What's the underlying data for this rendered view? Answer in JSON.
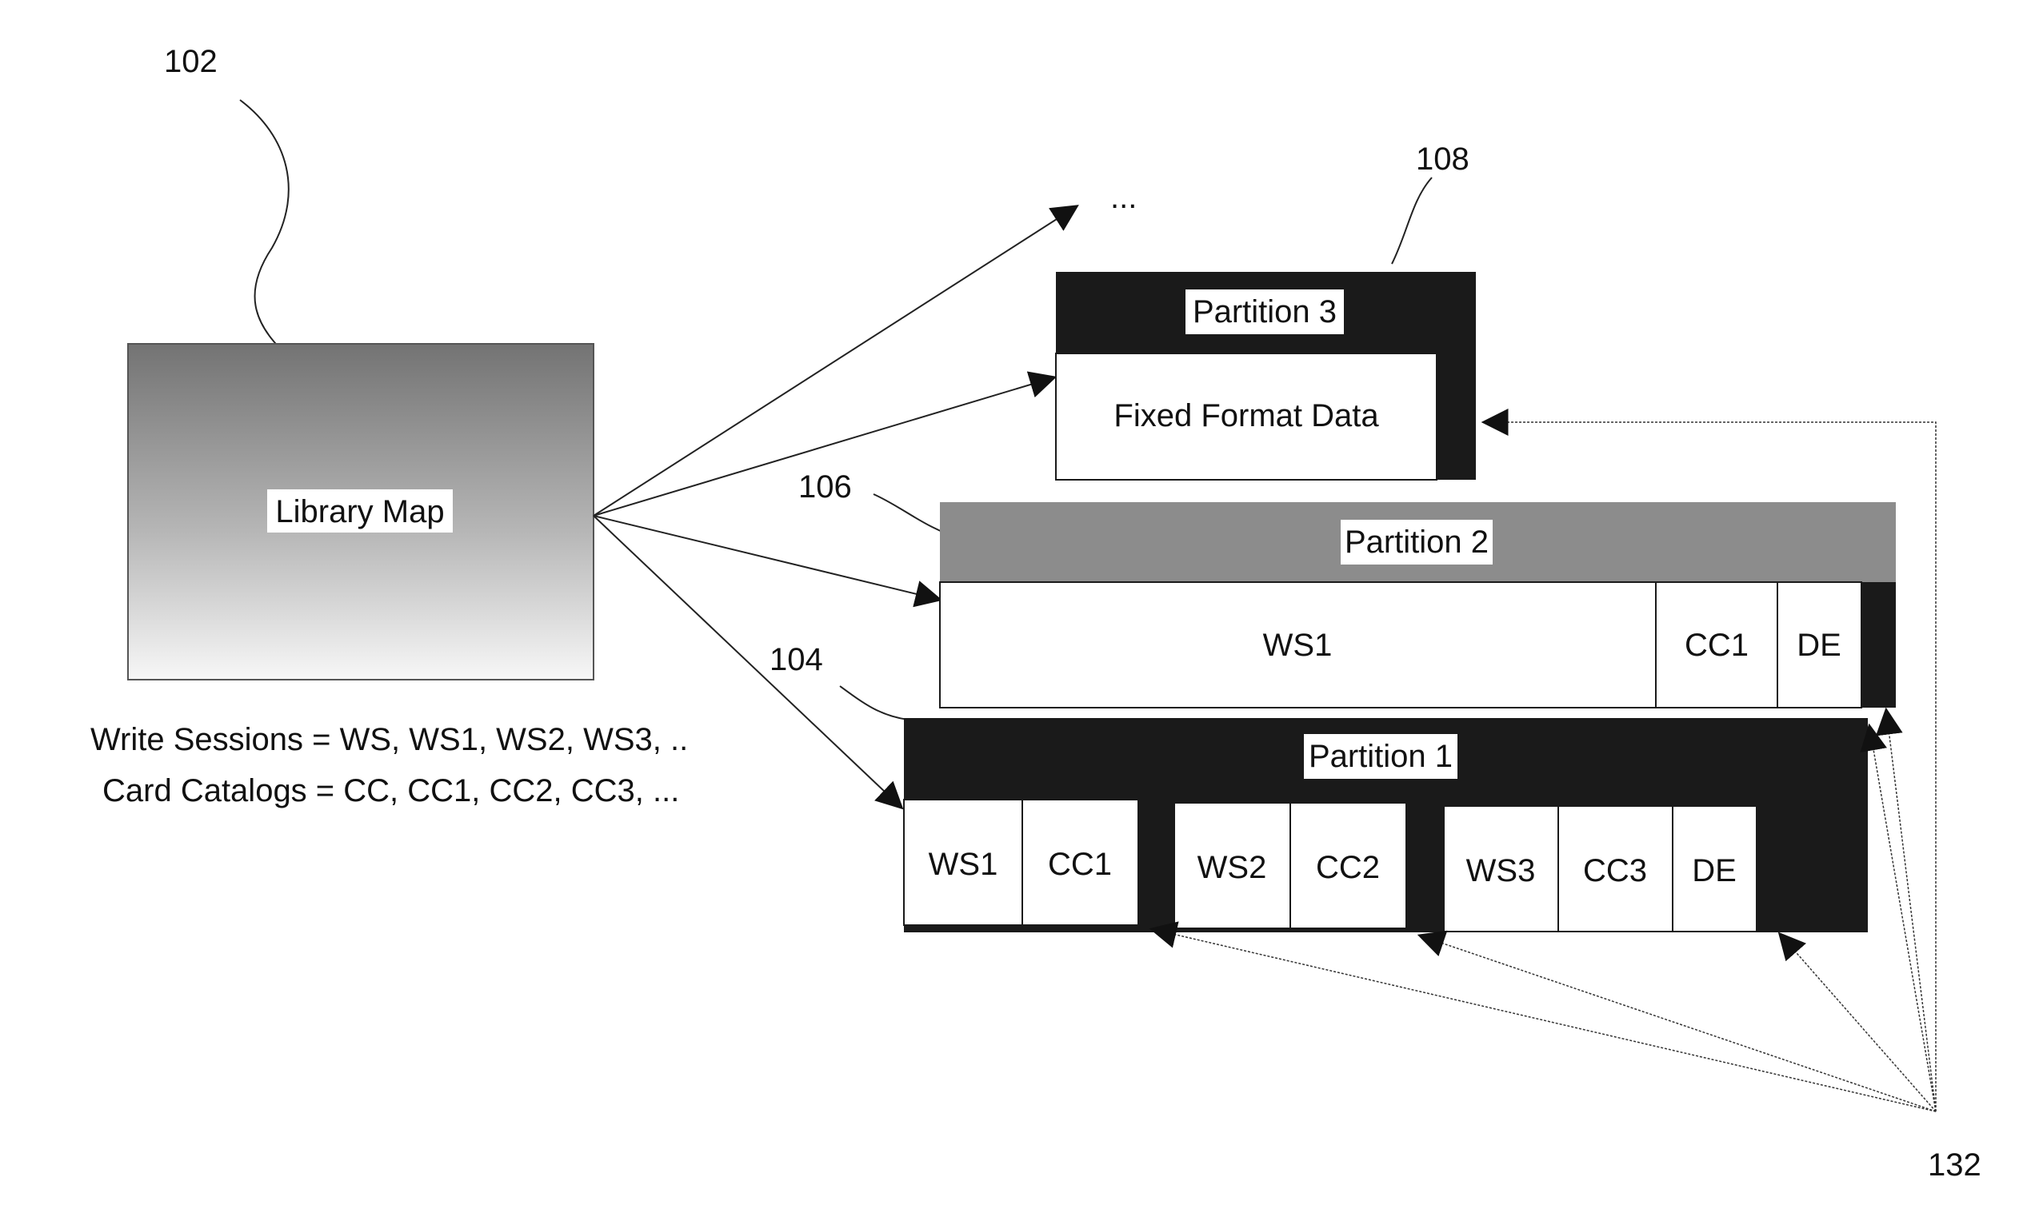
{
  "figure": {
    "library_map": {
      "ref": "102",
      "label": "Library Map",
      "legend_line1": "Write Sessions = WS, WS1, WS2, WS3, ..",
      "legend_line2": "Card Catalogs = CC, CC1, CC2, CC3, ..."
    },
    "ellipsis": "...",
    "partition3": {
      "ref": "108",
      "title": "Partition 3",
      "body": "Fixed Format Data"
    },
    "partition2": {
      "ref": "106",
      "title": "Partition 2",
      "cells": [
        "WS1",
        "CC1",
        "DE"
      ]
    },
    "partition1": {
      "ref": "104",
      "title": "Partition 1",
      "cells": [
        "WS1",
        "CC1",
        "WS2",
        "CC2",
        "WS3",
        "CC3",
        "DE"
      ]
    },
    "pointer_ref": "132"
  },
  "colors": {
    "dark": "#1a1a1a",
    "mid_gray": "#8c8c8c",
    "gradient_top": "#7a7a7a",
    "gradient_bottom": "#ffffff",
    "line": "#222222"
  }
}
